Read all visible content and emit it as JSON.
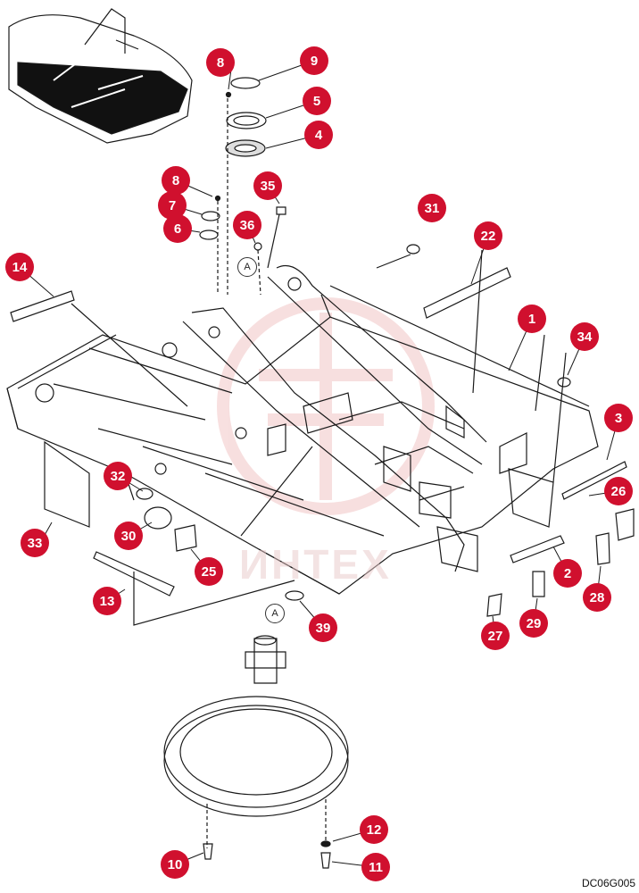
{
  "colors": {
    "badge": "#d0102e",
    "line": "#1a1a1a",
    "watermark": "#f2c6c6"
  },
  "callouts": [
    "1",
    "2",
    "3",
    "4",
    "5",
    "6",
    "7",
    "8",
    "8",
    "9",
    "10",
    "11",
    "12",
    "13",
    "14",
    "22",
    "25",
    "26",
    "27",
    "28",
    "29",
    "30",
    "31",
    "32",
    "33",
    "34",
    "35",
    "36",
    "39"
  ],
  "references": [
    "A",
    "A"
  ],
  "watermark": "ИНТЕХ",
  "drawing_code": "DC06G005"
}
